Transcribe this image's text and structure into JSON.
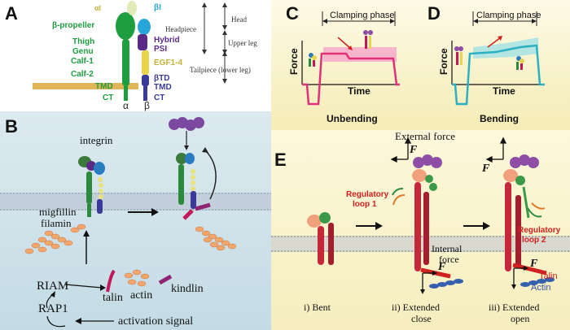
{
  "panel_a": {
    "letter": "A",
    "alpha_labels": [
      "β-propeller",
      "Thigh",
      "Genu",
      "Calf-1",
      "Calf-2",
      "TMD",
      "CT"
    ],
    "alpha_i": "αI",
    "beta_i": "βI",
    "beta_labels": [
      "Hybrid",
      "PSI",
      "EGF1-4",
      "βTD",
      "TMD",
      "CT"
    ],
    "alpha_symbol": "α",
    "beta_symbol": "β",
    "regions": {
      "head": "Head",
      "headpiece": "Headpiece",
      "upper_leg": "Upper leg",
      "tailpiece": "Tailpiece (lower leg)"
    },
    "colors": {
      "alpha": "#1e9e3e",
      "beta_i": "#29a6d9",
      "hybrid": "#5b2a86",
      "egf": "#e8d44d",
      "membrane": "#e0b55a"
    }
  },
  "panel_b": {
    "letter": "B",
    "labels": {
      "integrin": "integrin",
      "migfillin": "migfillin",
      "filamin": "filamin",
      "riam": "RIAM",
      "talin": "talin",
      "actin": "actin",
      "kindlin": "kindlin",
      "rap1": "RAP1",
      "activation": "activation signal"
    },
    "colors": {
      "background": "#cfe2ea",
      "membrane": "#b9c8d4",
      "talin": "#c2185b",
      "kindlin": "#8e2472",
      "actin": "#f2a66b"
    }
  },
  "panel_c": {
    "letter": "C",
    "phase": "Clamping phase",
    "ylabel": "Force",
    "xlabel": "Time",
    "caption": "Unbending",
    "color": "#e0307a"
  },
  "panel_d": {
    "letter": "D",
    "phase": "Clamping phase",
    "ylabel": "Force",
    "xlabel": "Time",
    "caption": "Bending",
    "color": "#2bb0c4"
  },
  "panel_e": {
    "letter": "E",
    "external_force": "External force",
    "force_symbol": "F",
    "loop1": [
      "Regulatory",
      "loop 1"
    ],
    "loop2": [
      "Regulatory",
      "loop 2"
    ],
    "internal_force": [
      "Internal",
      "force"
    ],
    "talin": "Talin",
    "actin": "Actin",
    "states": [
      {
        "label": [
          "i) Bent"
        ]
      },
      {
        "label": [
          "ii) Extended",
          "close"
        ]
      },
      {
        "label": [
          "iii) Extended",
          "open"
        ]
      }
    ],
    "colors": {
      "background": "#fbf4cf",
      "ligand": "#8e4ea6",
      "integrin": "#c6283a",
      "loop_text": "#d0201f",
      "talin_text": "#d0201f",
      "actin_text": "#3550a0"
    }
  }
}
